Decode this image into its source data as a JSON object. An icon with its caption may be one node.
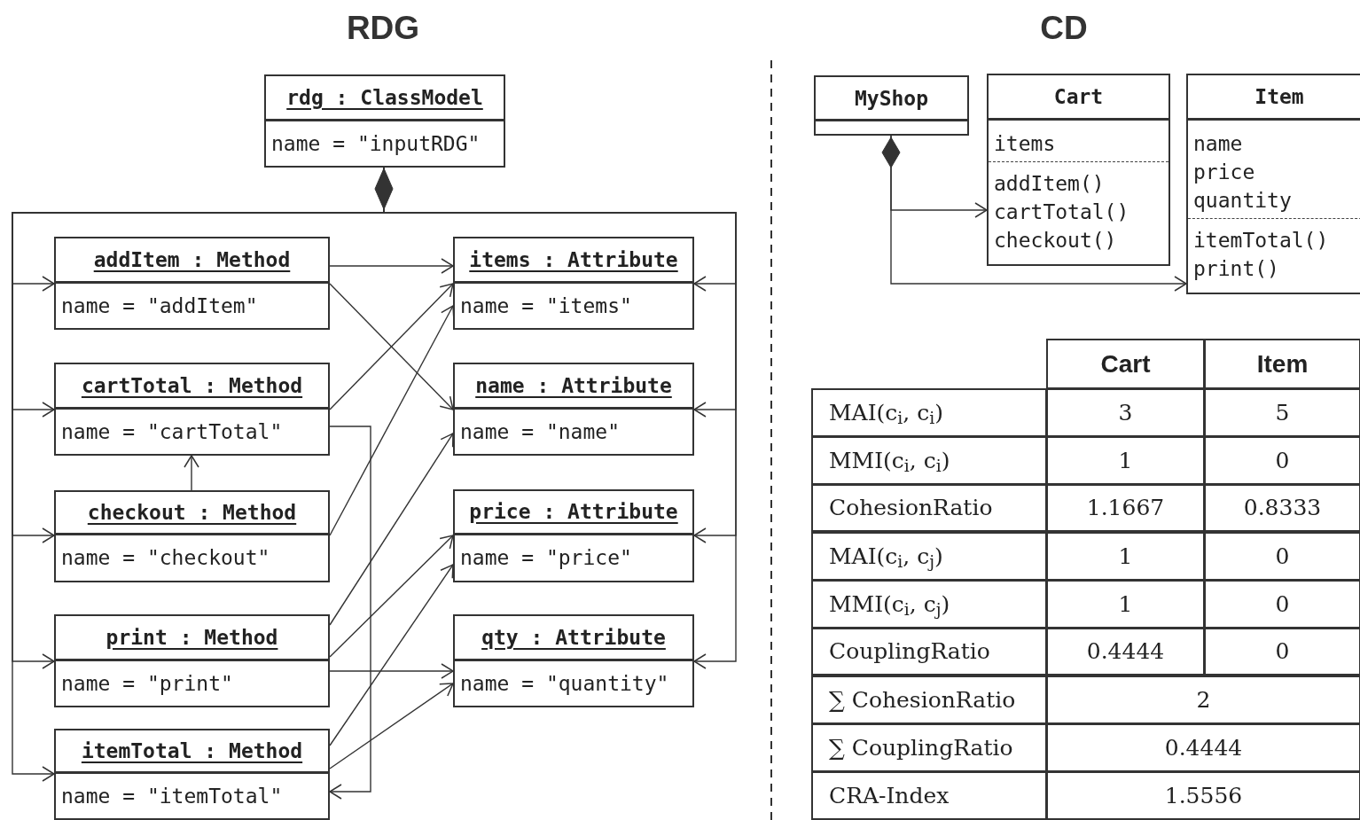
{
  "diagram": {
    "nodes": [
      {
        "text": [
          "rdg : ClassModel",
          "name = \"inputRDG\""
        ]
      },
      {
        "text": [
          "addItem : Method",
          "name = \"addItem\""
        ]
      },
      {
        "text": [
          "cartTotal : Method",
          "name = \"cartTotal\""
        ]
      },
      {
        "text": [
          "checkout : Method",
          "name = \"checkout\""
        ]
      },
      {
        "text": [
          "print : Method",
          "name = \"print\""
        ]
      },
      {
        "text": [
          "itemTotal : Method",
          "name = \"itemTotal\""
        ]
      },
      {
        "text": [
          "items : Attribute",
          "name = \"items\""
        ]
      },
      {
        "text": [
          "name : Attribute",
          "name = \"name\""
        ]
      },
      {
        "text": [
          "price : Attribute",
          "name = \"price\""
        ]
      },
      {
        "text": [
          "qty : Attribute",
          "name = \"quantity\""
        ]
      },
      {
        "text": [
          "MyShop"
        ]
      },
      {
        "text": [
          "Cart",
          "items",
          "addItem()",
          "cartTotal()",
          "checkout()"
        ]
      },
      {
        "text": [
          "Item",
          "name",
          "price",
          "quantity",
          "itemTotal()",
          "print()"
        ]
      }
    ],
    "edges": [
      {
        "from": 0,
        "to": 1,
        "arrow": "to"
      },
      {
        "from": 0,
        "to": 2,
        "arrow": "to"
      },
      {
        "from": 0,
        "to": 3,
        "arrow": "to"
      },
      {
        "from": 0,
        "to": 4,
        "arrow": "to"
      },
      {
        "from": 0,
        "to": 5,
        "arrow": "to"
      },
      {
        "from": 0,
        "to": 6,
        "arrow": "to"
      },
      {
        "from": 0,
        "to": 7,
        "arrow": "to"
      },
      {
        "from": 0,
        "to": 8,
        "arrow": "to"
      },
      {
        "from": 0,
        "to": 9,
        "arrow": "to"
      },
      {
        "from": 1,
        "to": 6,
        "arrow": "to"
      },
      {
        "from": 1,
        "to": 7,
        "arrow": "to"
      },
      {
        "from": 2,
        "to": 6,
        "arrow": "to"
      },
      {
        "from": 2,
        "to": 5,
        "arrow": "to"
      },
      {
        "from": 3,
        "to": 2,
        "arrow": "to"
      },
      {
        "from": 3,
        "to": 6,
        "arrow": "to"
      },
      {
        "from": 4,
        "to": 7,
        "arrow": "to"
      },
      {
        "from": 4,
        "to": 8,
        "arrow": "to"
      },
      {
        "from": 4,
        "to": 9,
        "arrow": "to"
      },
      {
        "from": 5,
        "to": 8,
        "arrow": "to"
      },
      {
        "from": 5,
        "to": 9,
        "arrow": "to"
      },
      {
        "from": 10,
        "to": 11,
        "arrow": "to"
      },
      {
        "from": 10,
        "to": 12,
        "arrow": "to"
      }
    ],
    "labels": [
      "RDG",
      "CD",
      "Cart",
      "Item",
      "MAI(c$_{i}$, c$_{i}$)",
      "3",
      "5",
      "MMI(c$_{i}$, c$_{i}$)",
      "1",
      "0",
      "CohesionRatio",
      "1.1667",
      "0.8333",
      "MAI(c$_{i}$, c$_{j}$)",
      "1",
      "0",
      "MMI(c$_{i}$, c$_{j}$)",
      "1",
      "0",
      "CouplingRatio",
      "0.4444",
      "0",
      "∑ CohesionRatio",
      "2",
      "∑ CouplingRatio",
      "0.4444",
      "CRA-Index",
      "1.5556"
    ]
  }
}
